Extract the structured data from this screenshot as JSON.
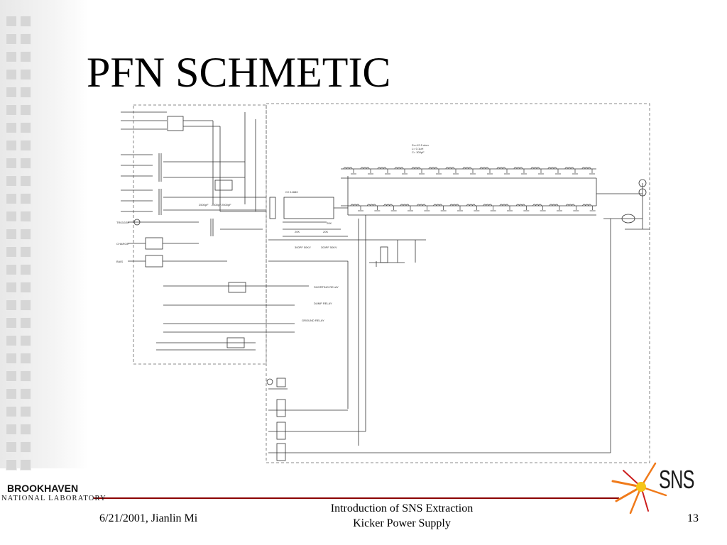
{
  "slide": {
    "title": "PFN SCHMETIC",
    "footer_date_author": "6/21/2001,  Jianlin Mi",
    "footer_title_line1": "Introduction of SNS Extraction",
    "footer_title_line2": "Kicker Power Supply",
    "page_number": "13"
  },
  "logos": {
    "bnl_top": "BROOKHAVEN",
    "bnl_bottom": "NATIONAL LABORATORY",
    "sns": "SNS"
  },
  "schematic": {
    "labels": {
      "trigger": "TRIGGER",
      "ch1": "CHARGE",
      "ch2": "BIAS",
      "shorting_relay": "SHORTING RELAY",
      "dump_relay": "DUMP RELAY",
      "ground_relay": "GROUND RELAY",
      "thyratron": "CX 1168C",
      "r1": "20K",
      "r2": "20K",
      "r3": "20K",
      "c1": "2500pF",
      "c2": "2500pF",
      "c3": "2500pF",
      "cx1": "300PF 50KV",
      "cx2": "300PF 50KV",
      "cell_note_1": "Zo=12.5 ohm",
      "cell_note_2": "L= 0.1uH",
      "cell_note_3": "C= 300pF"
    }
  },
  "colors": {
    "footer_rule": "#8b0000",
    "star_orange": "#f07a1a",
    "star_red": "#cc1f1f"
  }
}
